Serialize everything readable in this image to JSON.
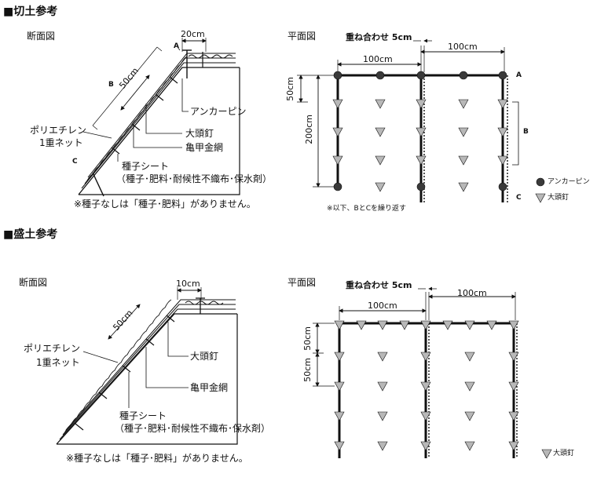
{
  "cut": {
    "title": "■切土参考",
    "section": {
      "label": "断面図",
      "dim_20cm": "20cm",
      "dim_50cm": "50cm",
      "letter_a": "A",
      "letter_b": "B",
      "letter_c": "C",
      "anchor_pin": "アンカーピン",
      "big_nail": "大頭釘",
      "hex_wire": "亀甲金網",
      "poly_net_line1": "ポリエチレン",
      "poly_net_line2": "1重ネット",
      "seed_sheet_line1": "種子シート",
      "seed_sheet_line2": "（種子･肥料･耐候性不織布･保水剤）",
      "note": "※種子なしは「種子･肥料」がありません。"
    },
    "plan": {
      "label": "平面図",
      "overlap": "重ね合わせ 5cm",
      "dim_100_left": "100cm",
      "dim_100_right": "100cm",
      "dim_50": "50cm",
      "dim_200": "200cm",
      "letter_a": "A",
      "letter_b": "B",
      "letter_c": "C",
      "legend_anchor": "アンカーピン",
      "legend_nail": "大頭釘",
      "repeat_note": "※以下、BとCを繰り返す"
    }
  },
  "fill": {
    "title": "■盛土参考",
    "section": {
      "label": "断面図",
      "dim_10cm": "10cm",
      "dim_50cm": "50cm",
      "big_nail": "大頭釘",
      "hex_wire": "亀甲金網",
      "poly_net_line1": "ポリエチレン",
      "poly_net_line2": "1重ネット",
      "seed_sheet_line1": "種子シート",
      "seed_sheet_line2": "（種子･肥料･耐候性不織布･保水剤）",
      "note": "※種子なしは「種子･肥料」がありません。"
    },
    "plan": {
      "label": "平面図",
      "overlap": "重ね合わせ 5cm",
      "dim_100_left": "100cm",
      "dim_100_right": "100cm",
      "dim_50_top": "50cm",
      "dim_50_bottom": "50cm",
      "legend_nail": "大頭釘"
    }
  },
  "colors": {
    "line": "#1a1a1a",
    "gray_fill": "#b8b8b8",
    "dark_fill": "#3a3a3a"
  }
}
